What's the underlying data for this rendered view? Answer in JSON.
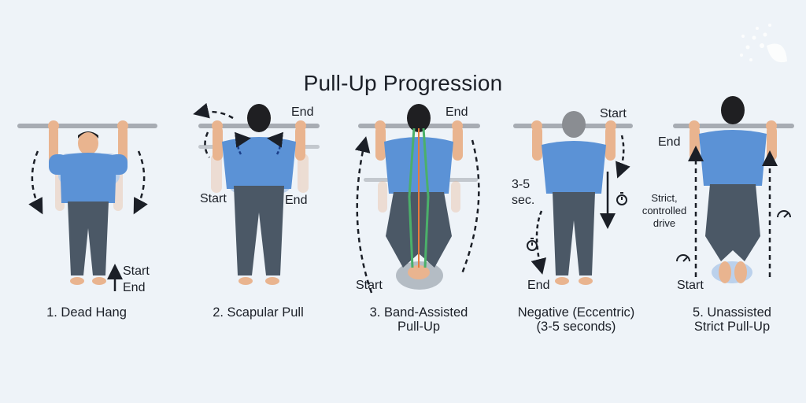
{
  "title": "Pull-Up Progression",
  "colors": {
    "bar": "#a7acb3",
    "shirt": "#5b92d6",
    "pants": "#4b5866",
    "skin": "#e9b48f",
    "hair": "#1f1f22",
    "arrow": "#1b1f27",
    "band_green": "#4bb06a",
    "band_orange": "#e77b3a"
  },
  "stages": [
    {
      "caption": "1. Dead Hang",
      "labels": {
        "start": "Start",
        "end": "End"
      }
    },
    {
      "caption": "2. Scapular Pull",
      "labels": {
        "end_top": "End",
        "start": "Start",
        "end_mid": "End"
      }
    },
    {
      "caption_1": "3. Band-Assisted",
      "caption_2": "Pull-Up",
      "labels": {
        "end": "End",
        "start": "Start"
      }
    },
    {
      "caption_1": "Negative (Eccentric)",
      "caption_2": "(3-5 seconds)",
      "labels": {
        "start": "Start",
        "duration_1": "3-5",
        "duration_2": "sec.",
        "end": "End"
      }
    },
    {
      "caption_1": "5. Unassisted",
      "caption_2": "Strict Pull-Up",
      "labels": {
        "end": "End",
        "note_1": "Strict,",
        "note_2": "controlled",
        "note_3": "drive",
        "start": "Start"
      }
    }
  ]
}
